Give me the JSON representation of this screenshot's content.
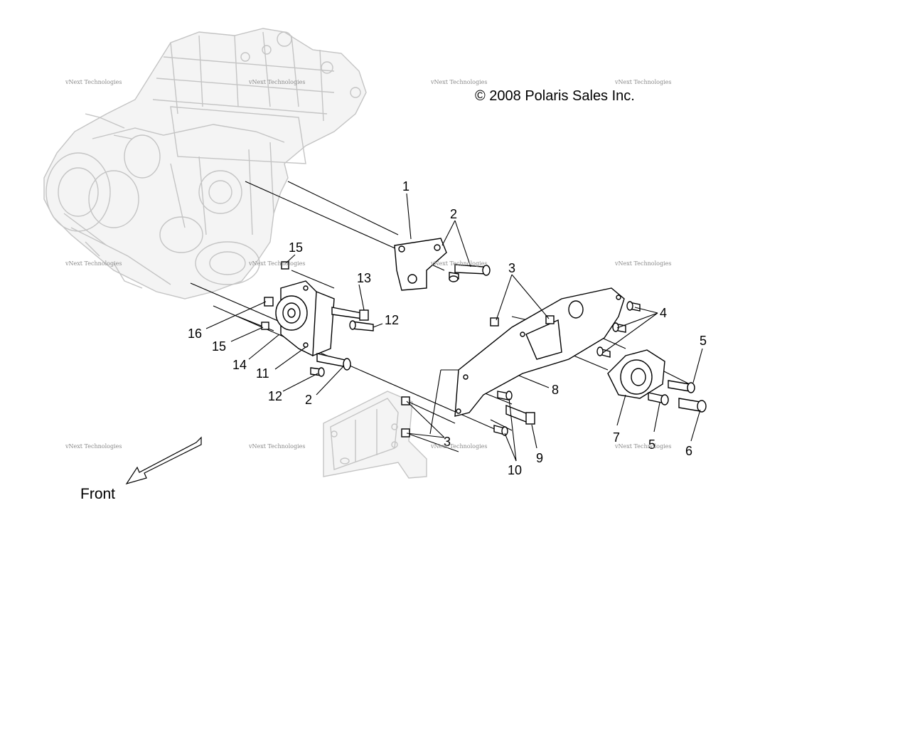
{
  "copyright": "© 2008 Polaris Sales Inc.",
  "direction_label": "Front",
  "watermark_text": "vNext Technologies",
  "callouts": {
    "c1": "1",
    "c2a": "2",
    "c2b": "2",
    "c3a": "3",
    "c3b": "3",
    "c4": "4",
    "c5a": "5",
    "c5b": "5",
    "c6": "6",
    "c7": "7",
    "c8": "8",
    "c9": "9",
    "c10": "10",
    "c11": "11",
    "c12a": "12",
    "c12b": "12",
    "c13": "13",
    "c14": "14",
    "c15a": "15",
    "c15b": "15",
    "c16": "16"
  },
  "colors": {
    "line": "#000000",
    "ghost": "#c4c4c4",
    "background": "#ffffff"
  }
}
